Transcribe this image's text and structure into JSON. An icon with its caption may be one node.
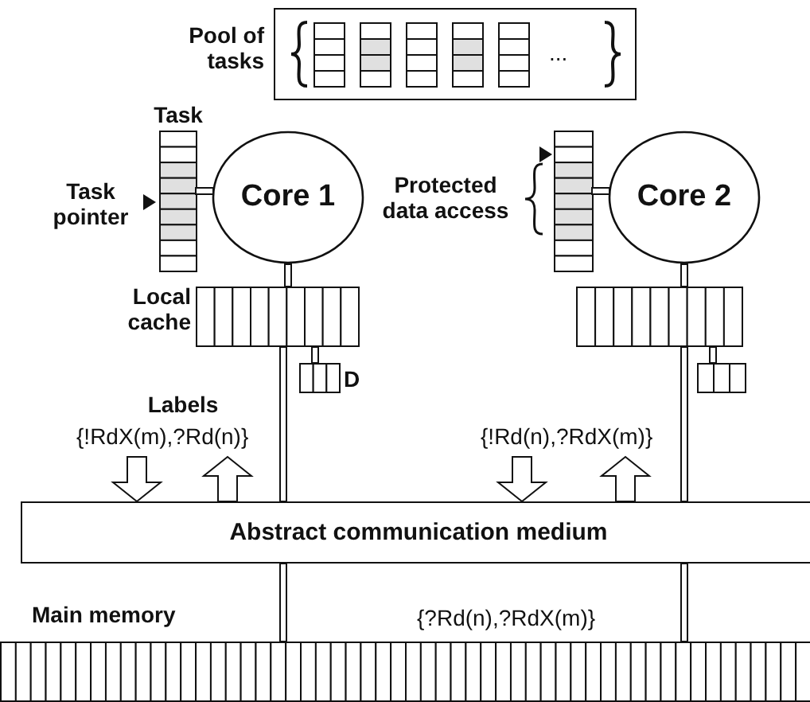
{
  "diagram": {
    "nodes": [
      {
        "text": [
          "Pool of tasks"
        ]
      },
      {
        "text": [
          "Task"
        ]
      },
      {
        "text": [
          "Core 1"
        ]
      },
      {
        "text": [
          "Local cache"
        ]
      },
      {
        "text": [
          "D"
        ]
      },
      {
        "text": [],
        "shape": "box"
      },
      {
        "text": [
          "Core 2"
        ]
      },
      {
        "text": [],
        "shape": "box"
      },
      {
        "text": [],
        "shape": "box"
      },
      {
        "text": [
          "Abstract communication medium"
        ]
      },
      {
        "text": [
          "Main memory"
        ]
      }
    ],
    "edges": [
      {
        "from": 1,
        "to": 2,
        "arrow": "none"
      },
      {
        "from": 2,
        "to": 3,
        "arrow": "none"
      },
      {
        "from": 3,
        "to": 4,
        "arrow": "none"
      },
      {
        "from": 3,
        "to": 9,
        "arrow": "none"
      },
      {
        "from": 9,
        "to": 10,
        "arrow": "none"
      },
      {
        "from": 5,
        "to": 6,
        "arrow": "none"
      },
      {
        "from": 6,
        "to": 7,
        "arrow": "none"
      },
      {
        "from": 7,
        "to": 8,
        "arrow": "none"
      },
      {
        "from": 7,
        "to": 9,
        "arrow": "none"
      },
      {
        "from": 9,
        "to": 10,
        "arrow": "none"
      },
      {
        "from": null,
        "to": 9,
        "arrow": "to"
      },
      {
        "from": 9,
        "to": null,
        "arrow": "to"
      },
      {
        "from": null,
        "to": 9,
        "arrow": "to"
      },
      {
        "from": 9,
        "to": null,
        "arrow": "to"
      }
    ],
    "labels": [
      "...",
      "Task pointer",
      "Protected data access",
      "Labels",
      "{!RdX(m),?Rd(n)}",
      "{!Rd(n),?RdX(m)}",
      "{?Rd(n),?RdX(m)}"
    ]
  }
}
